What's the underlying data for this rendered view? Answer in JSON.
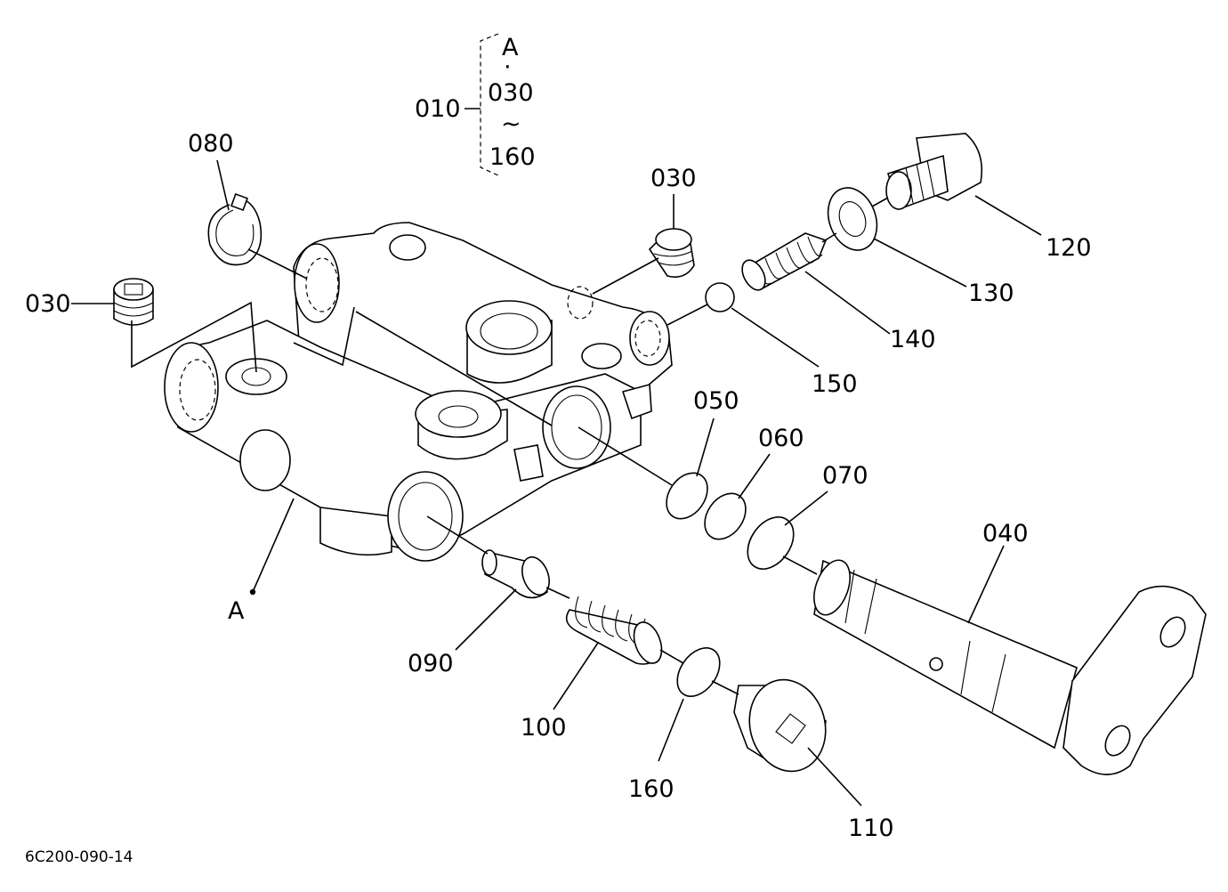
{
  "diagram": {
    "drawing_code": "6C200-090-14",
    "group_bracket": {
      "parent": "010",
      "lines": [
        "A",
        "·",
        "030",
        "~",
        "160"
      ]
    },
    "callouts": {
      "c010": "010",
      "c030a": "030",
      "c030b": "030",
      "c040": "040",
      "c050": "050",
      "c060": "060",
      "c070": "070",
      "c080": "080",
      "c090": "090",
      "c100": "100",
      "c110": "110",
      "c120": "120",
      "c130": "130",
      "c140": "140",
      "c150": "150",
      "c160": "160",
      "refA": "A"
    }
  }
}
